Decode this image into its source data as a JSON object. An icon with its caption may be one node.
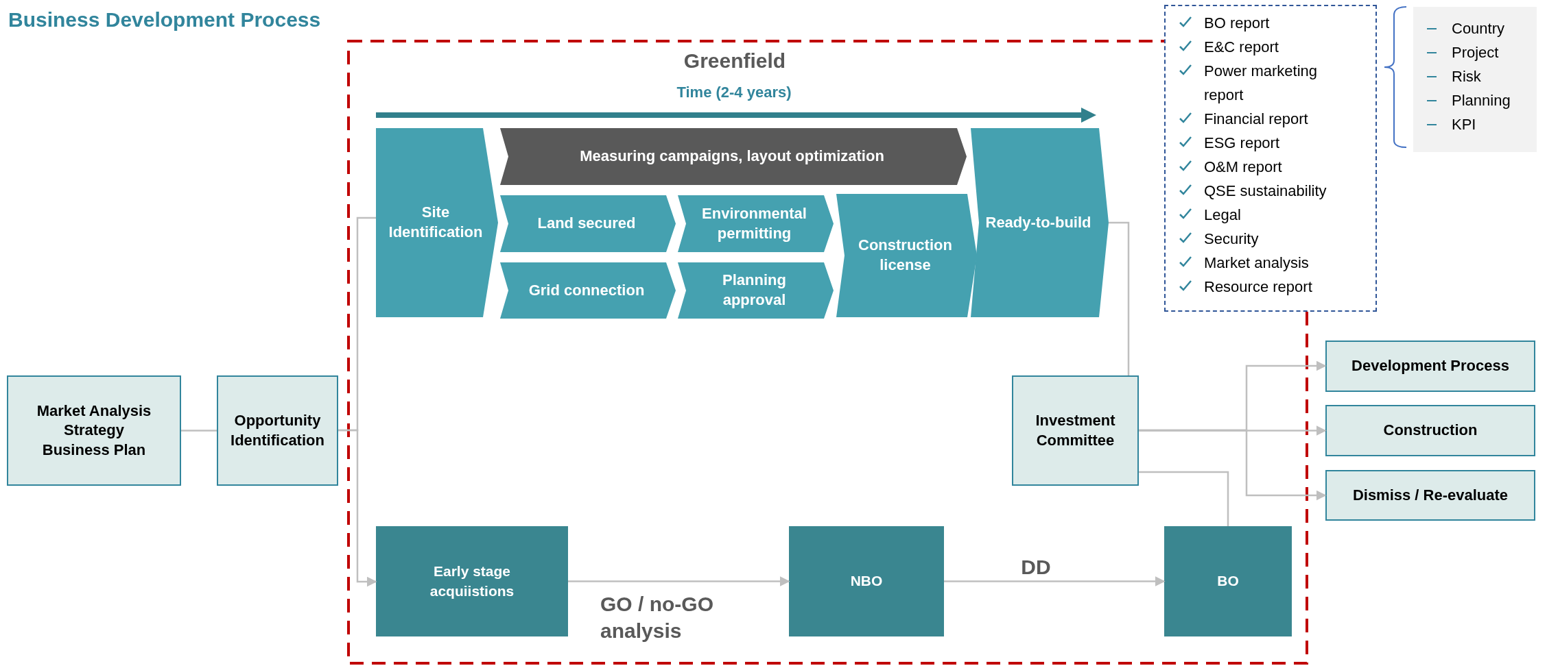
{
  "diagram": {
    "title": "Business Development Process",
    "nodes": [
      {
        "text": [
          "Greenfield"
        ]
      },
      {
        "text": [
          "Site Identification"
        ],
        "in": 0
      },
      {
        "text": [
          "Measuring campaigns, layout optimization"
        ],
        "in": 0
      },
      {
        "text": [
          "Land secured"
        ],
        "in": 0
      },
      {
        "text": [
          "Environmental permitting"
        ],
        "in": 0
      },
      {
        "text": [
          "Grid connection"
        ],
        "in": 0
      },
      {
        "text": [
          "Planning approval"
        ],
        "in": 0
      },
      {
        "text": [
          "Construction license"
        ],
        "in": 0
      },
      {
        "text": [
          "Ready-to-build"
        ],
        "in": 0
      },
      {
        "text": [
          "Market Analysis",
          "Strategy",
          "Business Plan"
        ]
      },
      {
        "text": [
          "Opportunity Identification"
        ]
      },
      {
        "text": [
          "Investment Committee"
        ],
        "in": 0
      },
      {
        "text": [
          "Early stage acquiistions"
        ],
        "in": 0
      },
      {
        "text": [
          "NBO"
        ],
        "in": 0
      },
      {
        "text": [
          "BO"
        ],
        "in": 0
      },
      {
        "text": [
          "Development Process"
        ]
      },
      {
        "text": [
          "Construction"
        ]
      },
      {
        "text": [
          "Dismiss / Re-evaluate"
        ]
      },
      {
        "text": [
          "BO report",
          "E&C report",
          "Power marketing report",
          "Financial report",
          "ESG report",
          "O&M report",
          "QSE sustainability",
          "Legal",
          "Security",
          "Market analysis",
          "Resource report"
        ]
      },
      {
        "text": [
          "Country",
          "Project",
          "Risk",
          "Planning",
          "KPI"
        ]
      }
    ],
    "edges": [
      {
        "from": 9,
        "to": 10,
        "arrow": "none"
      },
      {
        "from": 10,
        "to": 1,
        "arrow": "none"
      },
      {
        "from": 10,
        "to": 12,
        "arrow": "to"
      },
      {
        "from": 8,
        "to": 11,
        "arrow": "none"
      },
      {
        "from": 11,
        "to": 15,
        "arrow": "to"
      },
      {
        "from": 11,
        "to": 16,
        "arrow": "to"
      },
      {
        "from": 11,
        "to": 17,
        "arrow": "to"
      },
      {
        "from": 12,
        "to": 13,
        "label": "GO / no-GO analysis",
        "arrow": "to"
      },
      {
        "from": 13,
        "to": 14,
        "label": "DD",
        "arrow": "to"
      },
      {
        "from": 14,
        "to": 11,
        "arrow": "none"
      }
    ],
    "labels": [
      "Time (2-4 years)"
    ]
  }
}
